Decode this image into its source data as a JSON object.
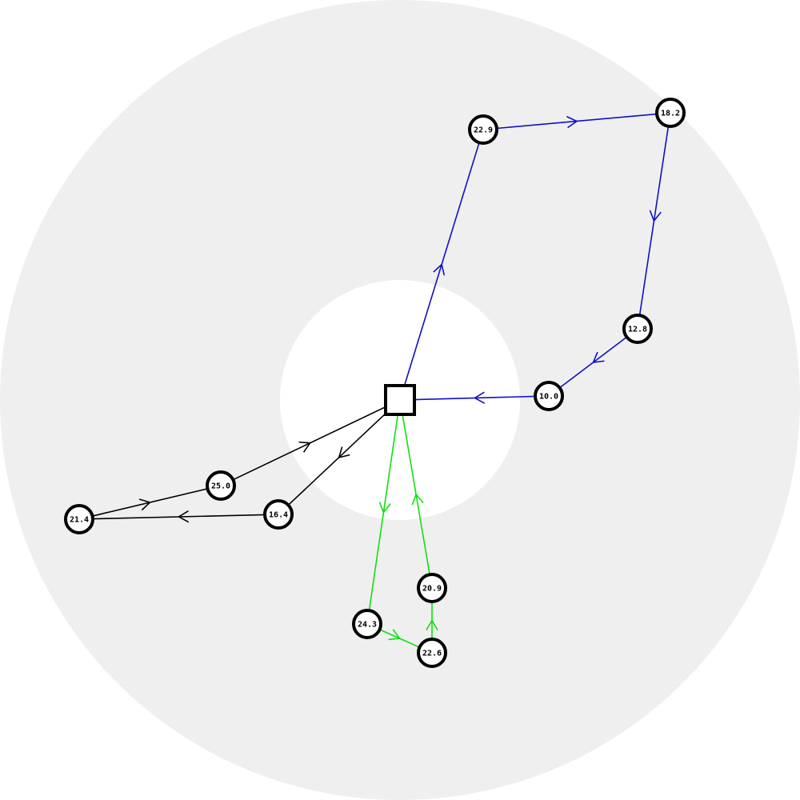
{
  "colors": {
    "background": "#ffffff",
    "outer_disc": "#efefef",
    "inner_disc": "#ffffff",
    "node_fill": "#ffffff",
    "node_stroke": "#000000"
  },
  "depot": {
    "id": "depot",
    "shape": "square"
  },
  "routes": [
    {
      "id": "blue",
      "color": "#1010c8",
      "stops": [
        {
          "id": "blue-1",
          "label": "22.9"
        },
        {
          "id": "blue-2",
          "label": "18.2"
        },
        {
          "id": "blue-3",
          "label": "12.8"
        },
        {
          "id": "blue-4",
          "label": "10.0"
        }
      ]
    },
    {
      "id": "black",
      "color": "#000000",
      "stops": [
        {
          "id": "black-1",
          "label": "16.4"
        },
        {
          "id": "black-2",
          "label": "21.4"
        },
        {
          "id": "black-3",
          "label": "25.0"
        }
      ]
    },
    {
      "id": "green",
      "color": "#10e010",
      "stops": [
        {
          "id": "green-1",
          "label": "24.3"
        },
        {
          "id": "green-2",
          "label": "22.6"
        },
        {
          "id": "green-3",
          "label": "20.9"
        }
      ]
    }
  ]
}
